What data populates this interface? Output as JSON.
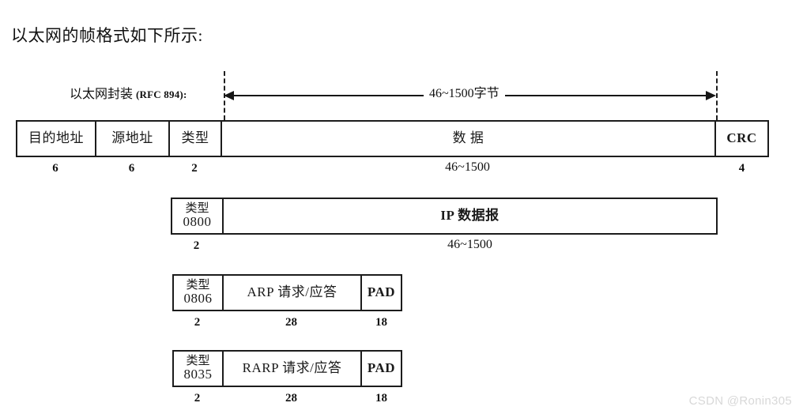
{
  "page": {
    "title": "以太网的帧格式如下所示:",
    "watermark": "CSDN @Ronin305"
  },
  "diagram": {
    "encapsulation_label_cn": "以太网封装",
    "encapsulation_label_rfc": "(RFC 894):",
    "span_arrow_label": "46~1500字节",
    "rows": [
      {
        "name": "ethernet-frame",
        "fields": [
          {
            "label": "目的地址",
            "size": "6"
          },
          {
            "label": "源地址",
            "size": "6"
          },
          {
            "label": "类型",
            "size": "2"
          },
          {
            "label": "数 据",
            "size": "46~1500"
          },
          {
            "label": "CRC",
            "size": "4"
          }
        ]
      },
      {
        "name": "ip-datagram-frame",
        "fields": [
          {
            "label": "类型",
            "value": "0800",
            "size": "2"
          },
          {
            "label": "IP 数据报",
            "size": "46~1500"
          }
        ]
      },
      {
        "name": "arp-frame",
        "fields": [
          {
            "label": "类型",
            "value": "0806",
            "size": "2"
          },
          {
            "label": "ARP 请求/应答",
            "size": "28"
          },
          {
            "label": "PAD",
            "size": "18"
          }
        ]
      },
      {
        "name": "rarp-frame",
        "fields": [
          {
            "label": "类型",
            "value": "8035",
            "size": "2"
          },
          {
            "label": "RARP 请求/应答",
            "size": "28"
          },
          {
            "label": "PAD",
            "size": "18"
          }
        ]
      }
    ]
  }
}
